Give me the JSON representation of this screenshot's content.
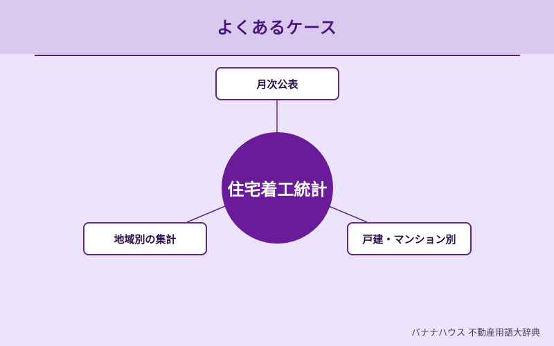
{
  "header": {
    "title": "よくあるケース"
  },
  "diagram": {
    "center": "住宅着工統計",
    "nodes": {
      "top": "月次公表",
      "left": "地域別の集計",
      "right": "戸建・マンション別"
    }
  },
  "footer": {
    "credit": "バナナハウス 不動産用語大辞典"
  },
  "colors": {
    "header_bg": "#d9c9ef",
    "page_bg": "#ece4fd",
    "accent": "#6a1b9a",
    "title_text": "#4a1380"
  }
}
